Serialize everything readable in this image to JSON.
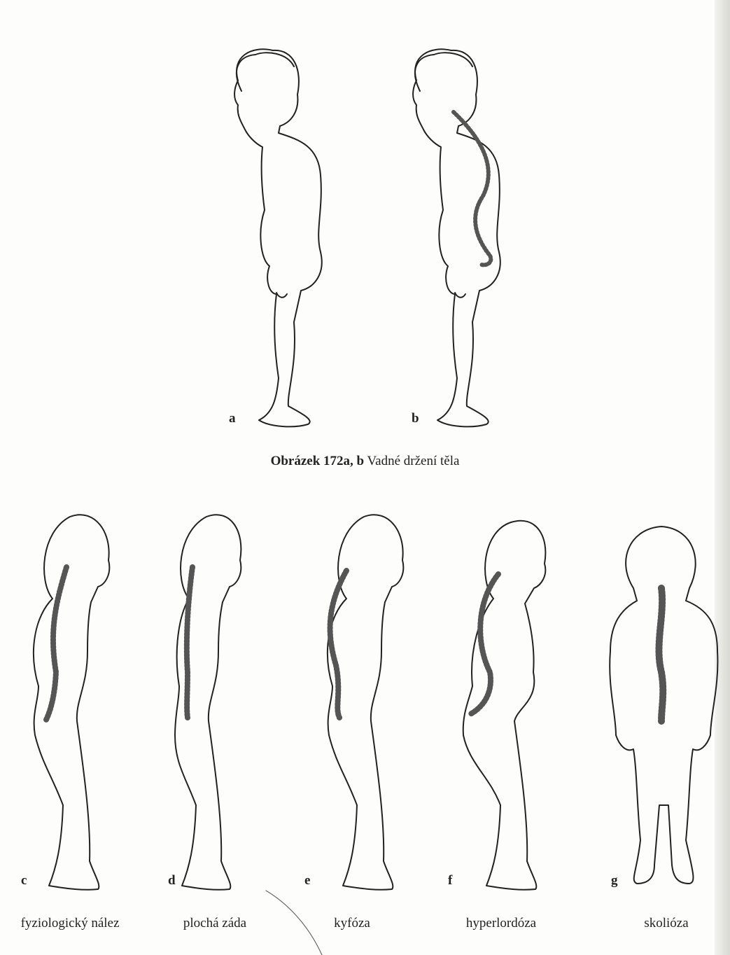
{
  "figure": {
    "caption_bold": "Obrázek 172a, b",
    "caption_text": "Vadné držení těla"
  },
  "panels": {
    "a": {
      "letter": "a"
    },
    "b": {
      "letter": "b"
    },
    "c": {
      "letter": "c",
      "label": "fyziologický nález"
    },
    "d": {
      "letter": "d",
      "label": "plochá záda"
    },
    "e": {
      "letter": "e",
      "label": "kyfóza"
    },
    "f": {
      "letter": "f",
      "label": "hyperlordóza"
    },
    "g": {
      "letter": "g",
      "label": "skolióza"
    }
  },
  "colors": {
    "line": "#222222",
    "spine": "#555555"
  }
}
